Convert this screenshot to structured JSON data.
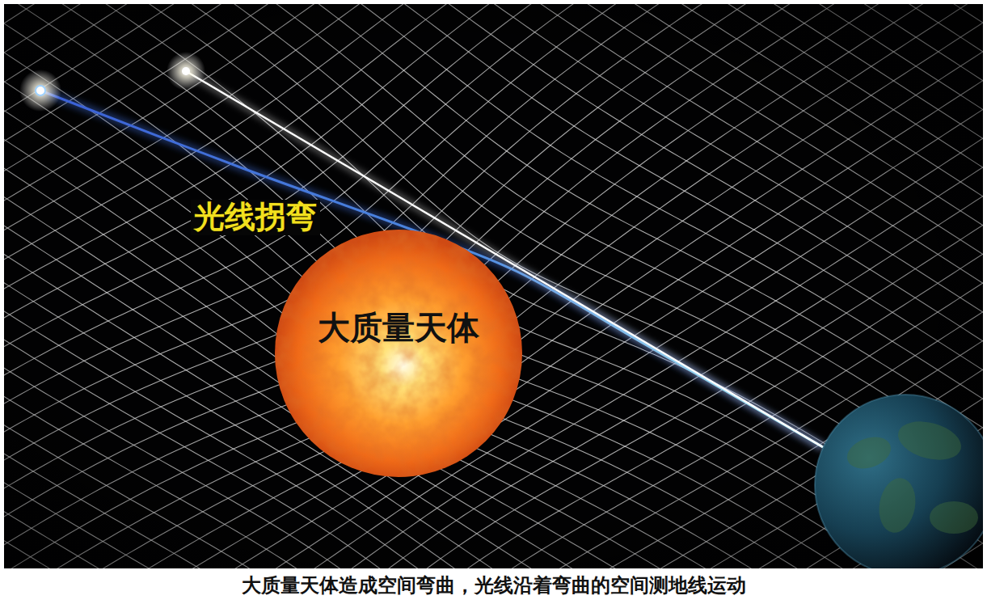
{
  "diagram": {
    "caption": "大质量天体造成空间弯曲，光线沿着弯曲的空间测地线运动",
    "nodes": [
      {
        "text": [
          "大质量天体"
        ]
      }
    ],
    "labels": [
      "光线拐弯"
    ]
  }
}
